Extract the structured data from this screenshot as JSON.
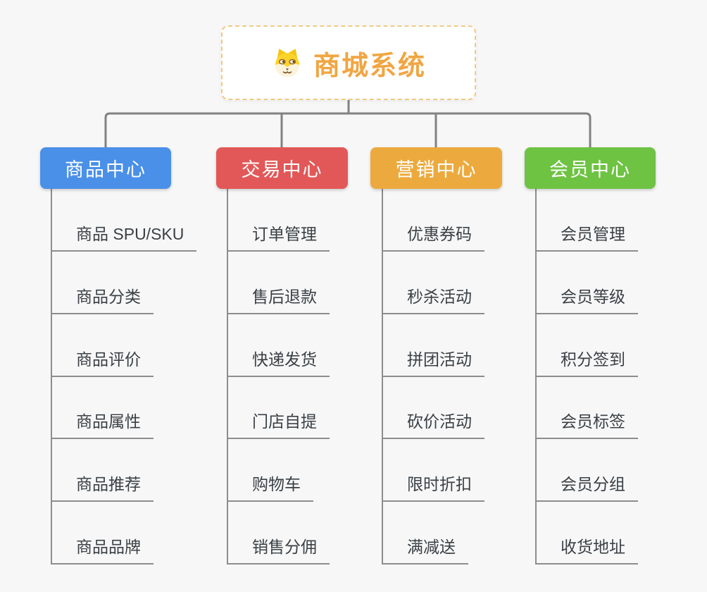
{
  "root": {
    "title": "商城系统",
    "title_color": "#f0a643",
    "icon": "dog-face-icon"
  },
  "branches": [
    {
      "label": "商品中心",
      "color": "#4a90e8",
      "children": [
        "商品 SPU/SKU",
        "商品分类",
        "商品评价",
        "商品属性",
        "商品推荐",
        "商品品牌"
      ]
    },
    {
      "label": "交易中心",
      "color": "#e25858",
      "children": [
        "订单管理",
        "售后退款",
        "快递发货",
        "门店自提",
        "购物车",
        "销售分佣"
      ]
    },
    {
      "label": "营销中心",
      "color": "#ecaa3e",
      "children": [
        "优惠券码",
        "秒杀活动",
        "拼团活动",
        "砍价活动",
        "限时折扣",
        "满减送"
      ]
    },
    {
      "label": "会员中心",
      "color": "#6ec342",
      "children": [
        "会员管理",
        "会员等级",
        "积分签到",
        "会员标签",
        "会员分组",
        "收货地址"
      ]
    }
  ],
  "connector_color": "#828282"
}
